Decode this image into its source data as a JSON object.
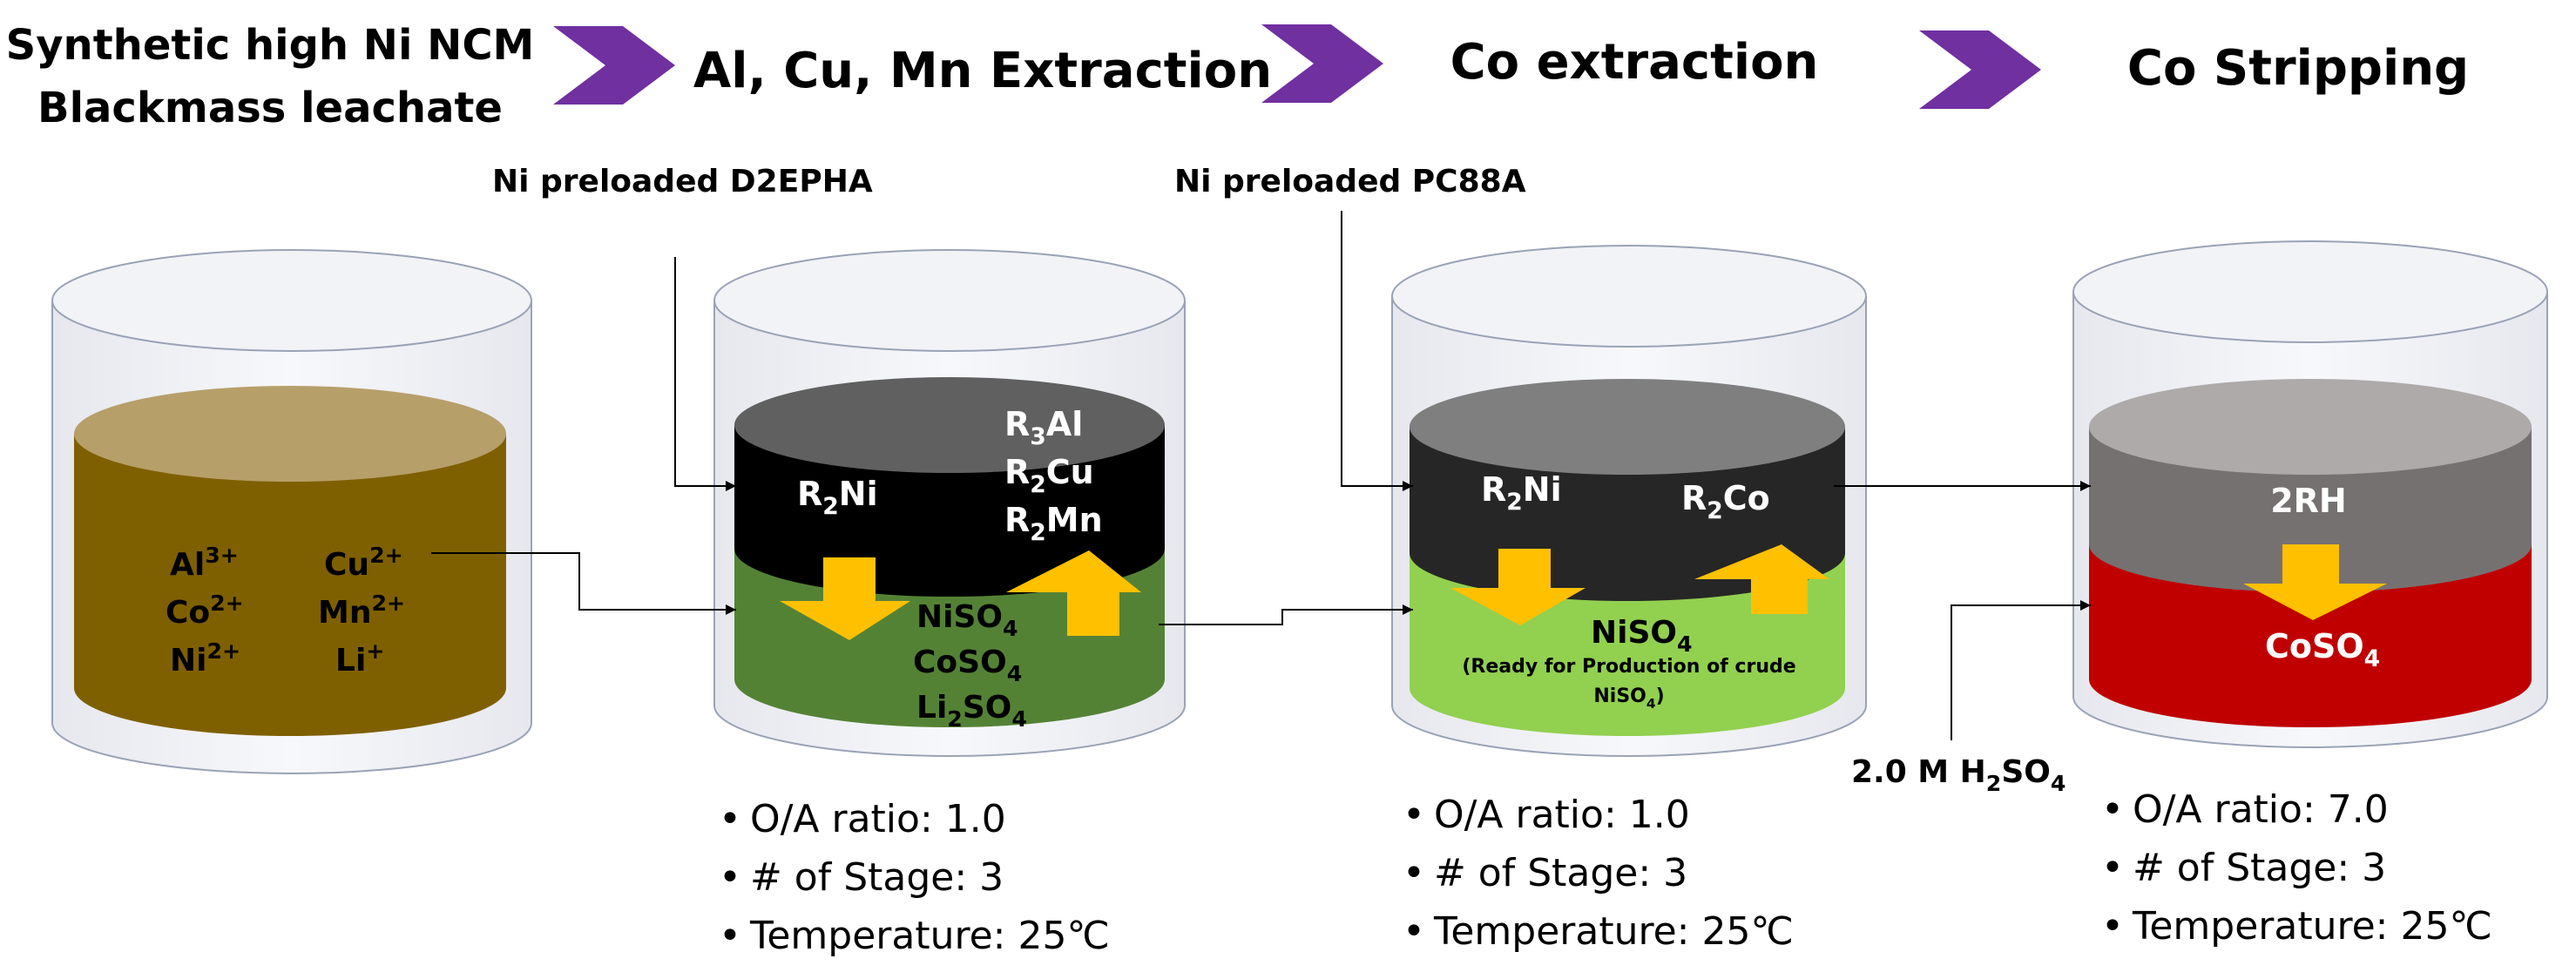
{
  "headers": {
    "feed_line1": "Synthetic high Ni NCM",
    "feed_line2": "Blackmass leachate",
    "step1": "Al, Cu, Mn Extraction",
    "step2": "Co extraction",
    "step3": "Co Stripping"
  },
  "reagents": {
    "d2epha": "Ni preloaded D2EPHA",
    "pc88a": "Ni preloaded PC88A",
    "acid_prefix": "2.0 M H",
    "acid_sub1": "2",
    "acid_mid": "SO",
    "acid_sub2": "4"
  },
  "tank1": {
    "ions_left": [
      {
        "base": "Al",
        "sup": "3+"
      },
      {
        "base": "Co",
        "sup": "2+"
      },
      {
        "base": "Ni",
        "sup": "2+"
      }
    ],
    "ions_right": [
      {
        "base": "Cu",
        "sup": "2+"
      },
      {
        "base": "Mn",
        "sup": "2+"
      },
      {
        "base": "Li",
        "sup": "+"
      }
    ]
  },
  "tank2": {
    "organic_left": {
      "pre": "R",
      "sub": "2",
      "post": "Ni"
    },
    "organic_right": [
      {
        "pre": "R",
        "sub": "3",
        "post": "Al"
      },
      {
        "pre": "R",
        "sub": "2",
        "post": "Cu"
      },
      {
        "pre": "R",
        "sub": "2",
        "post": "Mn"
      }
    ],
    "aqueous": [
      {
        "pre": "NiSO",
        "sub": "4",
        "post": ""
      },
      {
        "pre": "CoSO",
        "sub": "4",
        "post": ""
      },
      {
        "pre": "Li",
        "sub": "2",
        "post": "SO",
        "sub2": "4"
      }
    ],
    "conditions": [
      "O/A ratio: 1.0",
      "# of Stage: 3",
      "Temperature: 25℃"
    ]
  },
  "tank3": {
    "organic_left": {
      "pre": "R",
      "sub": "2",
      "post": "Ni"
    },
    "organic_right": {
      "pre": "R",
      "sub": "2",
      "post": "Co"
    },
    "aqueous_main": {
      "pre": "NiSO",
      "sub": "4"
    },
    "note_line1": "(Ready for Production of crude",
    "note_line2_pre": "NiSO",
    "note_line2_sub": "4",
    "note_line2_post": ")",
    "conditions": [
      "O/A ratio: 1.0",
      "# of Stage: 3",
      "Temperature: 25℃"
    ]
  },
  "tank4": {
    "organic": "2RH",
    "aqueous": {
      "pre": "CoSO",
      "sub": "4"
    },
    "conditions": [
      "O/A ratio: 7.0",
      "# of Stage: 3",
      "Temperature: 25℃"
    ]
  },
  "bullet": "•",
  "colors": {
    "chevron": "#7030a0",
    "arrow": "#ffc000",
    "tank1_liquid": "#7f6000",
    "tank1_top": "#b79f6a",
    "tank2_org": "#000000",
    "tank2_org_top": "#606060",
    "tank2_aq": "#548235",
    "tank3_org": "#262626",
    "tank3_org_top": "#7f7f7f",
    "tank3_aq": "#92d050",
    "tank4_org": "#767171",
    "tank4_org_top": "#aeaaaa",
    "tank4_aq": "#c00000"
  }
}
